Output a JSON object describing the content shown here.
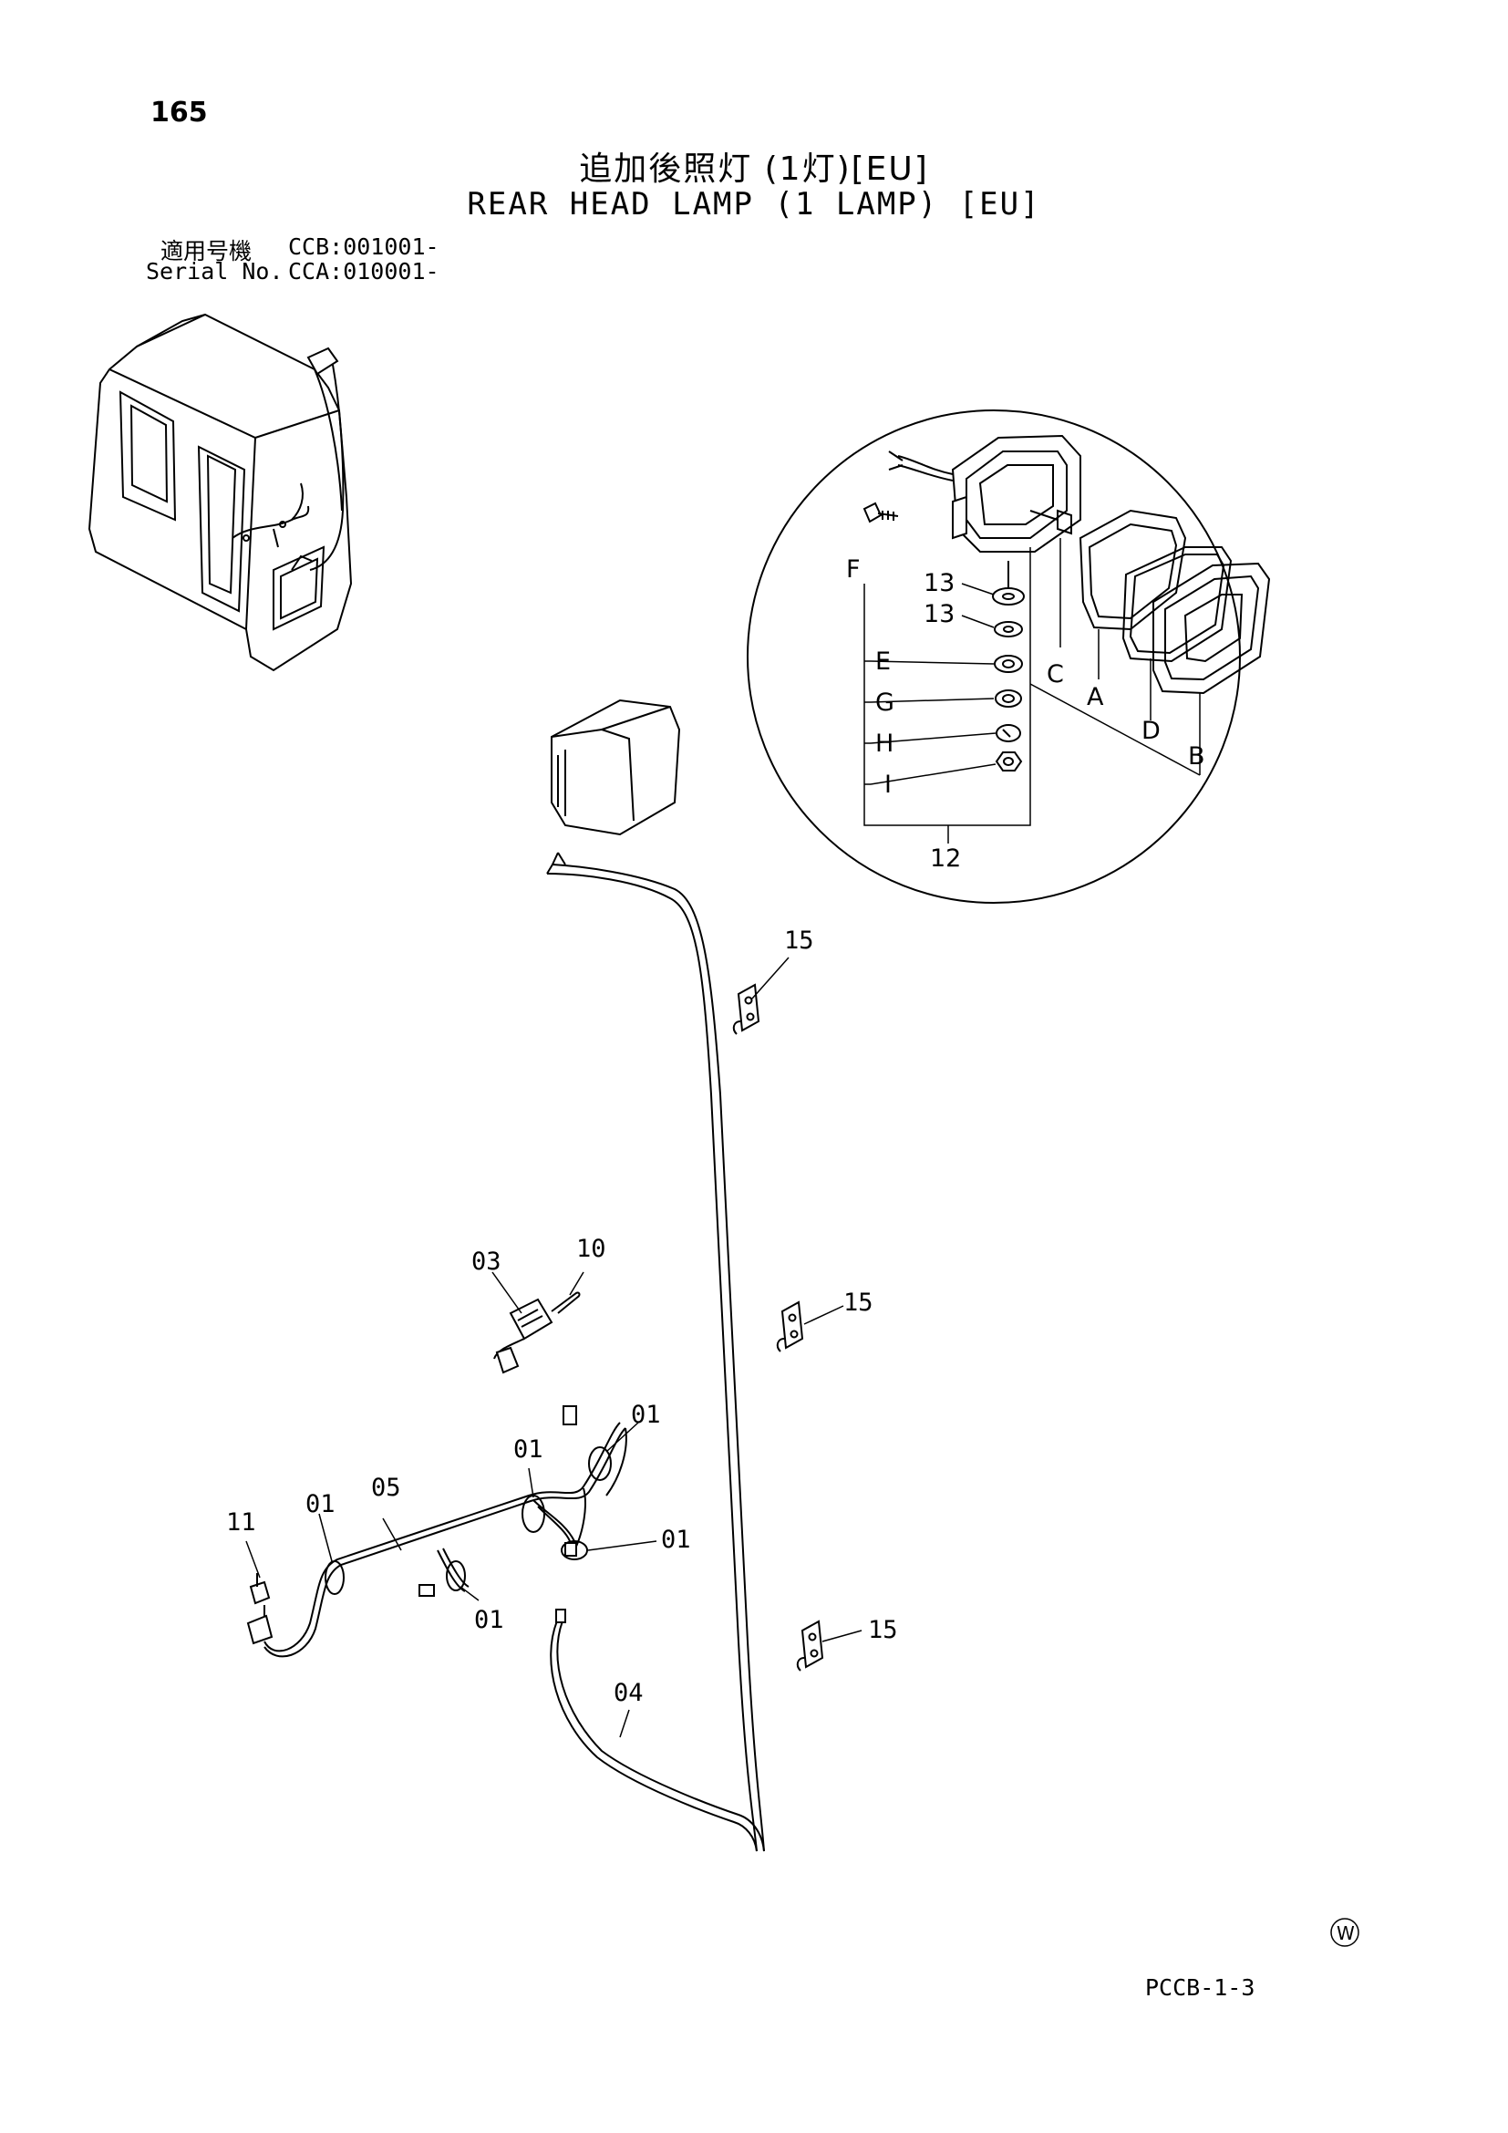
{
  "page": {
    "number": "165",
    "title_jp": "追加後照灯 (1灯)[EU]",
    "title_en": "REAR HEAD LAMP (1 LAMP) [EU]",
    "serial_jp_label": "適用号機",
    "serial_jp_value": "CCB:001001-",
    "serial_en_label": "Serial No.",
    "serial_en_value": "CCA:010001-",
    "footer_code": "PCCB-1-3",
    "watermark_symbol": "W"
  },
  "callouts": {
    "f": "F",
    "n13a": "13",
    "n13b": "13",
    "e": "E",
    "g": "G",
    "h": "H",
    "i": "I",
    "n12": "12",
    "c": "C",
    "a": "A",
    "d": "D",
    "b": "B",
    "n15a": "15",
    "n15b": "15",
    "n15c": "15",
    "n10": "10",
    "n03": "03",
    "n01a": "01",
    "n01b": "01",
    "n01c": "01",
    "n01d": "01",
    "n01e": "01",
    "n05": "05",
    "n11": "11",
    "n04": "04"
  }
}
